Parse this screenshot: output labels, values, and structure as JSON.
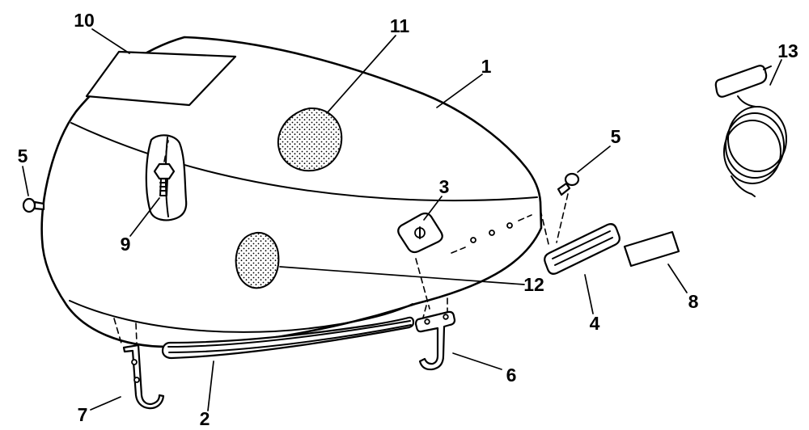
{
  "page": {
    "background": "#ffffff",
    "line_color": "#000000",
    "label_color": "#000000"
  },
  "diagram": {
    "callouts": {
      "c1": "1",
      "c2": "2",
      "c3": "3",
      "c4": "4",
      "c5_left": "5",
      "c5_right": "5",
      "c6": "6",
      "c7": "7",
      "c8": "8",
      "c9": "9",
      "c10": "10",
      "c11": "11",
      "c12": "12",
      "c13": "13"
    }
  }
}
